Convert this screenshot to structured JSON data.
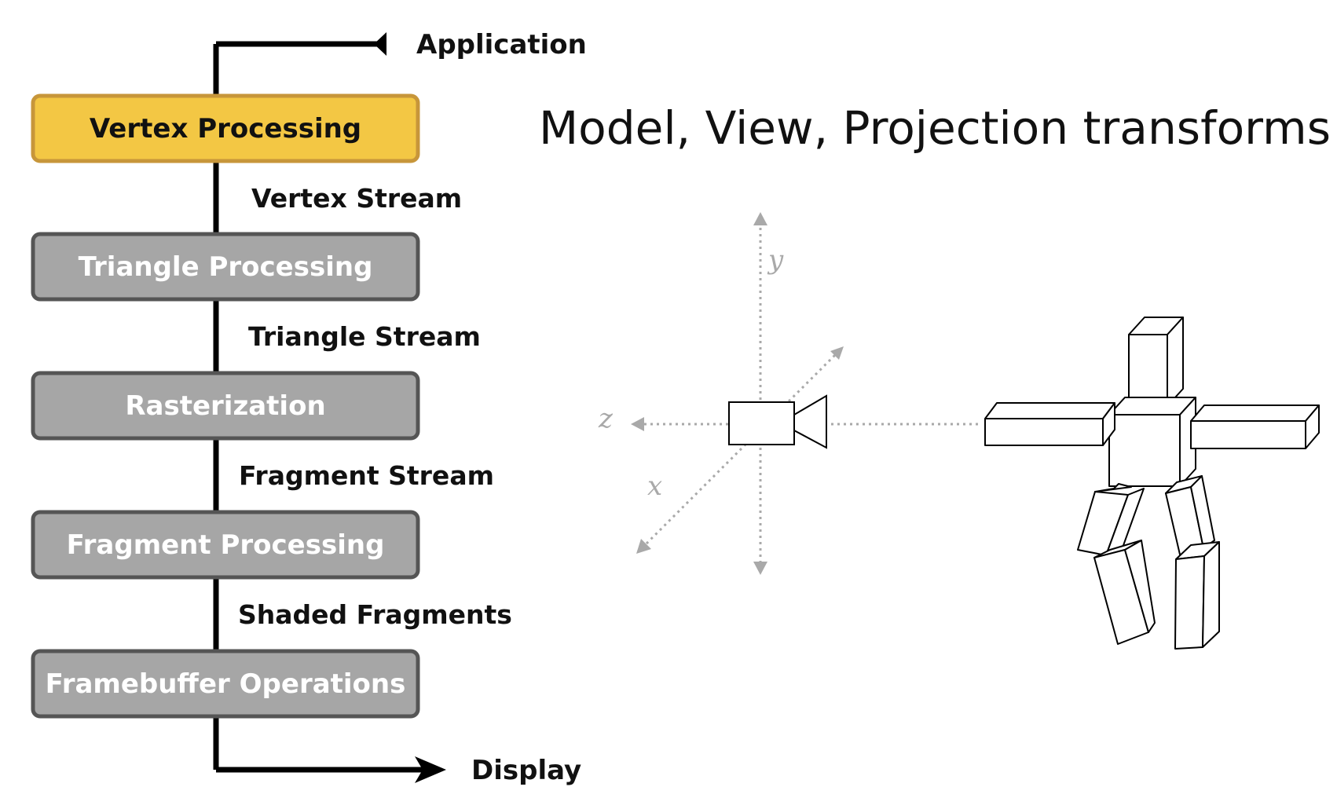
{
  "title": "Model, View, Projection transforms",
  "pipeline": {
    "input_label": "Application",
    "output_label": "Display",
    "stages": [
      {
        "label": "Vertex Processing",
        "active": true
      },
      {
        "label": "Triangle Processing",
        "active": false
      },
      {
        "label": "Rasterization",
        "active": false
      },
      {
        "label": "Fragment Processing",
        "active": false
      },
      {
        "label": "Framebuffer Operations",
        "active": false
      }
    ],
    "streams": [
      {
        "label": "Vertex Stream"
      },
      {
        "label": "Triangle Stream"
      },
      {
        "label": "Fragment Stream"
      },
      {
        "label": "Shaded Fragments"
      }
    ]
  },
  "scene": {
    "axes": {
      "x": "x",
      "y": "y",
      "z": "z"
    },
    "objects": [
      "camera-icon",
      "figure-model"
    ]
  },
  "colors": {
    "active_fill": "#f3c744",
    "active_stroke": "#c7963a",
    "inactive_fill": "#a6a6a6",
    "inactive_stroke": "#555555",
    "active_text": "#111111",
    "inactive_text": "#ffffff",
    "axis": "#a9a9a9",
    "line": "#000000"
  }
}
